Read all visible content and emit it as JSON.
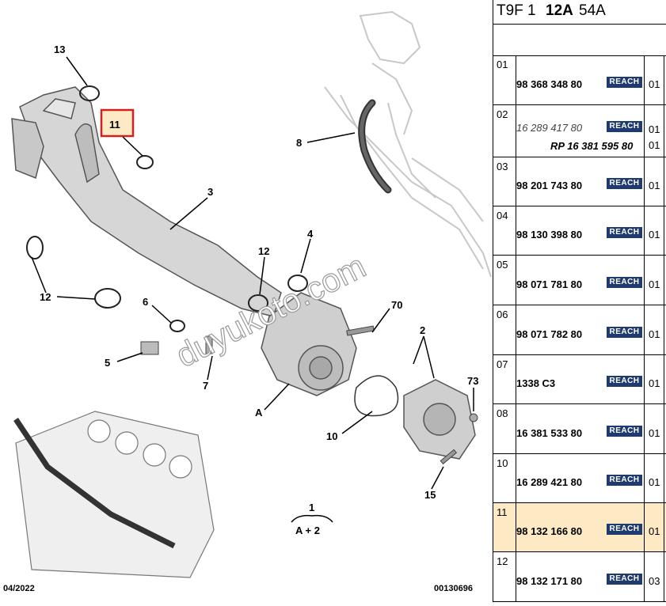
{
  "header": {
    "part1": "T9F 1",
    "part2": "12A",
    "part3": "54A"
  },
  "callouts": [
    "13",
    "11",
    "3",
    "8",
    "12",
    "4",
    "12",
    "6",
    "70",
    "5",
    "7",
    "2",
    "A",
    "73",
    "10",
    "15"
  ],
  "highlighted_callout": "11",
  "assembly": {
    "number": "1",
    "formula": "A + 2"
  },
  "watermark": "duyukoto.com",
  "footer": {
    "date": "04/2022",
    "code": "00130696"
  },
  "reach_label": "REACH",
  "colors": {
    "highlight": "#fde9c4",
    "highlight_border": "#cc2222",
    "reach_bg": "#1f3a6e"
  },
  "rows": [
    {
      "idx": "01",
      "parts": [
        "98 368 348 80"
      ],
      "qty": [
        "01"
      ]
    },
    {
      "idx": "02",
      "parts": [
        "16 289 417 80"
      ],
      "rp": "RP 16 381 595 80",
      "qty": [
        "01",
        "01"
      ]
    },
    {
      "idx": "03",
      "parts": [
        "98 201 743 80"
      ],
      "qty": [
        "01"
      ]
    },
    {
      "idx": "04",
      "parts": [
        "98 130 398 80"
      ],
      "qty": [
        "01"
      ]
    },
    {
      "idx": "05",
      "parts": [
        "98 071 781 80"
      ],
      "qty": [
        "01"
      ]
    },
    {
      "idx": "06",
      "parts": [
        "98 071 782 80"
      ],
      "qty": [
        "01"
      ]
    },
    {
      "idx": "07",
      "parts": [
        "1338 C3"
      ],
      "qty": [
        "01"
      ]
    },
    {
      "idx": "08",
      "parts": [
        "16 381 533 80"
      ],
      "qty": [
        "01"
      ]
    },
    {
      "idx": "10",
      "parts": [
        "16 289 421 80"
      ],
      "qty": [
        "01"
      ]
    },
    {
      "idx": "11",
      "parts": [
        "98 132 166 80"
      ],
      "qty": [
        "01"
      ],
      "selected": true
    },
    {
      "idx": "12",
      "parts": [
        "98 132 171 80"
      ],
      "qty": [
        "03"
      ]
    }
  ]
}
